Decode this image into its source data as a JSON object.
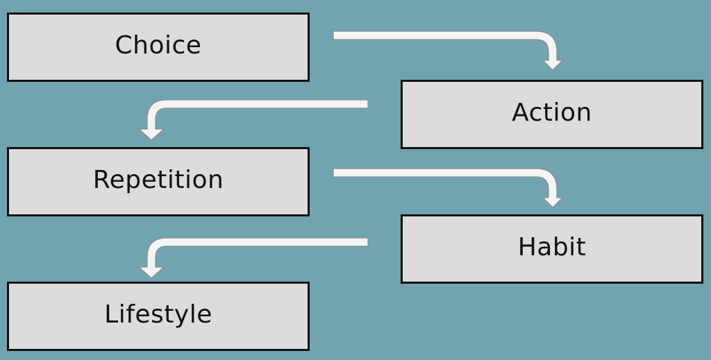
{
  "diagram": {
    "background_color": "#72a3b1",
    "box_color": "#dcdcdc",
    "arrow_color": "#f4f4f4",
    "steps": [
      {
        "label": "Choice"
      },
      {
        "label": "Action"
      },
      {
        "label": "Repetition"
      },
      {
        "label": "Habit"
      },
      {
        "label": "Lifestyle"
      }
    ],
    "arrows": [
      {
        "from": "Choice",
        "to": "Action",
        "icon": "curved-arrow-right-down-icon"
      },
      {
        "from": "Action",
        "to": "Repetition",
        "icon": "curved-arrow-left-down-icon"
      },
      {
        "from": "Repetition",
        "to": "Habit",
        "icon": "curved-arrow-right-down-icon"
      },
      {
        "from": "Habit",
        "to": "Lifestyle",
        "icon": "curved-arrow-left-down-icon"
      }
    ]
  }
}
